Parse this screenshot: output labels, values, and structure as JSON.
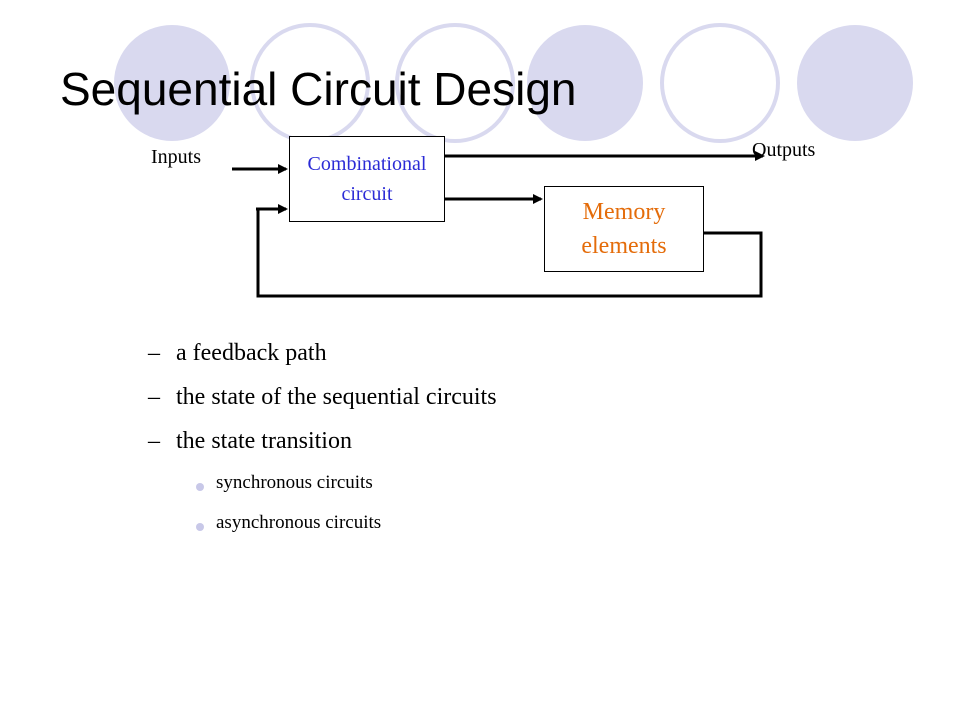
{
  "slide": {
    "title": "Sequential Circuit Design"
  },
  "diagram": {
    "inputs_label": "Inputs",
    "outputs_label": "Outputs",
    "combinational_label": "Combinational\ncircuit",
    "memory_label": "Memory\nelements"
  },
  "bullets": [
    {
      "marker": "–",
      "text": "a feedback path"
    },
    {
      "marker": "–",
      "text": "the state of the sequential circuits"
    },
    {
      "marker": "–",
      "text": "the state transition"
    }
  ],
  "sub_bullets": [
    {
      "text": "synchronous circuits"
    },
    {
      "text": "asynchronous circuits"
    }
  ],
  "colors": {
    "circle_fill": "#d9d9ef",
    "circle_outline": "#d9d9ef",
    "combinational_text": "#2b2bd6",
    "memory_text": "#e46c0a",
    "sub_bullet_dot": "#c8c8e8"
  }
}
